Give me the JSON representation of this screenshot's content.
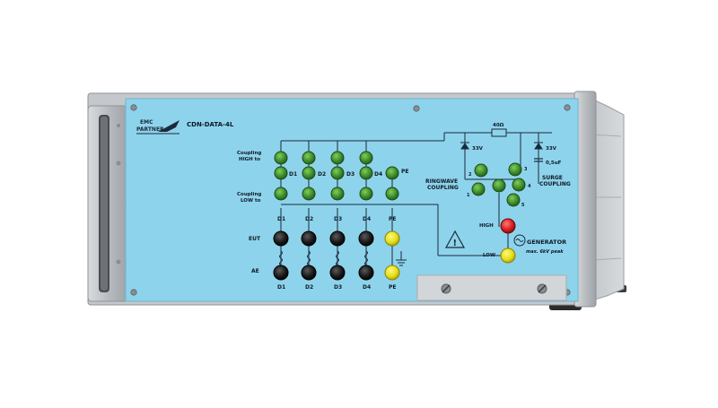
{
  "brand": {
    "line1": "EMC",
    "line2": "PARTNER"
  },
  "model": "CDN-DATA-4L",
  "coupling": {
    "high_line1": "Coupling",
    "high_line2": "HIGH to",
    "low_line1": "Coupling",
    "low_line2": "LOW to"
  },
  "lines": {
    "d1": "D1",
    "d2": "D2",
    "d3": "D3",
    "d4": "D4",
    "pe": "PE"
  },
  "ports": {
    "eut": "EUT",
    "ae": "AE"
  },
  "ringwave": {
    "line1": "RINGWAVE",
    "line2": "COUPLING"
  },
  "surge": {
    "line1": "SURGE",
    "line2": "COUPLING"
  },
  "components": {
    "resistor": "40Ω",
    "tvs_left": "33V",
    "tvs_right": "33V",
    "capacitor": "0,5uF"
  },
  "selector_numbers": [
    "1",
    "2",
    "3",
    "4",
    "5"
  ],
  "generator": {
    "high": "HIGH",
    "low": "LOW",
    "title": "GENERATOR",
    "subtitle": "max. 6kV peak"
  },
  "colors": {
    "panel": "#8ED3EC",
    "frame": "#C4C8CC",
    "jack_green": "#3D8B2C",
    "jack_yellow": "#E6DF1A",
    "jack_black": "#1A1A1A",
    "jack_red": "#D81E1E",
    "plate": "#D3D6D8"
  }
}
